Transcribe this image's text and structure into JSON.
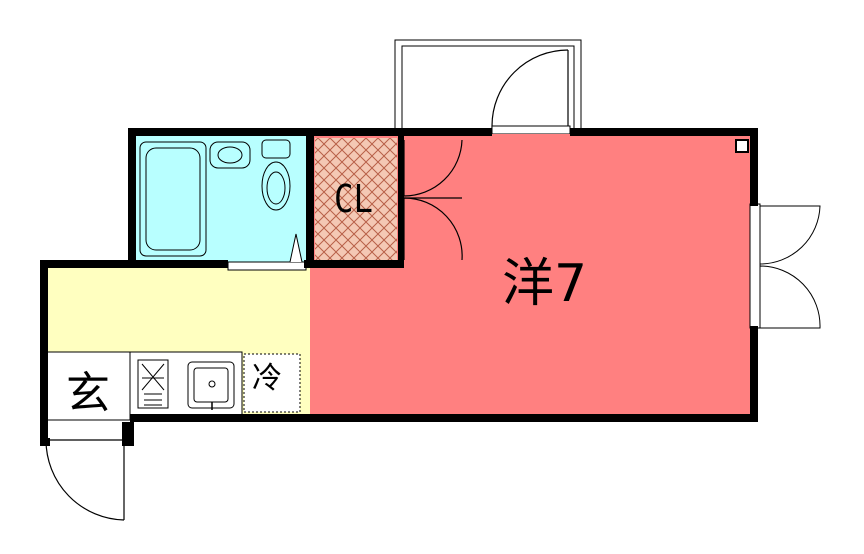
{
  "rooms": {
    "western_room": {
      "label": "洋7",
      "color": "#ff8080"
    },
    "closet": {
      "label": "CL",
      "color": "#f2b8a0"
    },
    "entrance": {
      "label": "玄"
    },
    "refrigerator": {
      "label": "冷"
    }
  },
  "colors": {
    "bathroom": "#b8ffff",
    "kitchen": "#ffffc0",
    "wall": "#000000"
  }
}
